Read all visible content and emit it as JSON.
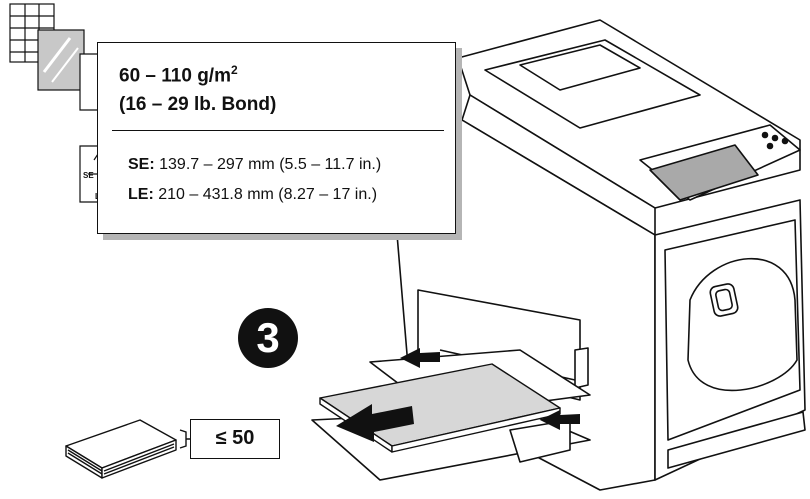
{
  "spec": {
    "weight_metric": "60 – 110 g/m",
    "weight_sup": "2",
    "weight_imperial": "(16 – 29 lb. Bond)",
    "se_label": "SE:",
    "se_value": " 139.7 – 297 mm (5.5 – 11.7 in.)",
    "le_label": "LE:",
    "le_value": " 210 – 431.8 mm (8.27 – 17 in.)",
    "icon_se": "SE",
    "icon_le": "LE"
  },
  "capacity": {
    "label": "≤ 50"
  },
  "step": {
    "number": "3"
  },
  "icons": [
    "label-sheet-icon",
    "transparency-icon",
    "paper-sheet-icon",
    "paper-orientation-icon",
    "paper-stack-icon"
  ],
  "colors": {
    "ink": "#111111",
    "paper": "#d7d7d7",
    "shadow": "#b5b5b5"
  }
}
